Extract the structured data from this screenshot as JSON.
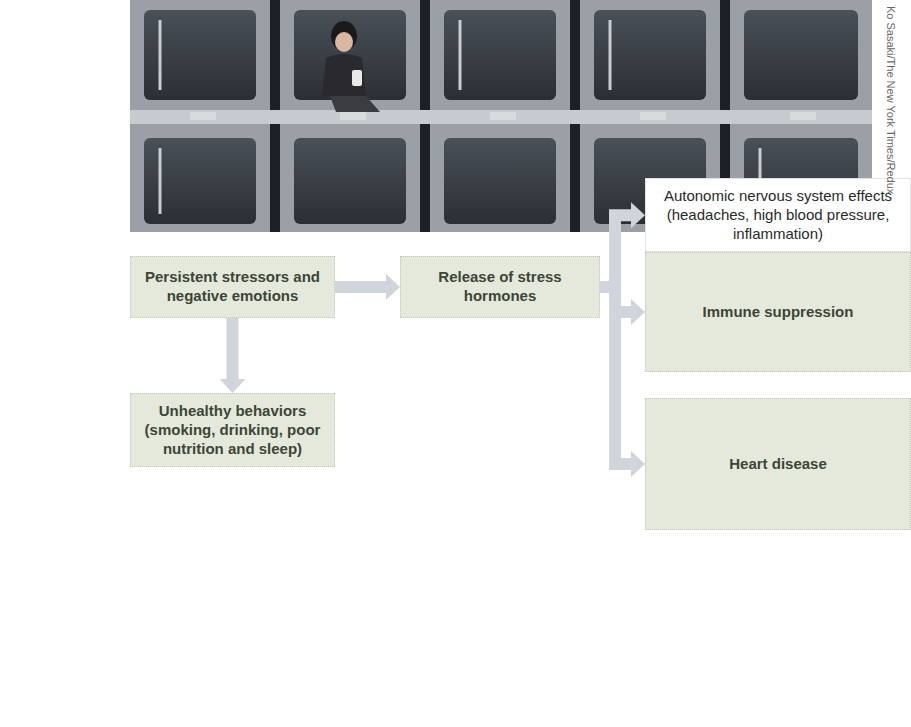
{
  "diagram": {
    "nodes": [
      {
        "text": [
          "Autonomic nervous system effects (headaches, high blood pressure, inflammation)"
        ]
      },
      {
        "text": [
          "Persistent stressors and negative emotions"
        ]
      },
      {
        "text": [
          "Release of stress hormones"
        ]
      },
      {
        "text": [
          "Immune suppression"
        ]
      },
      {
        "text": [
          "Unhealthy behaviors (smoking, drinking, poor nutrition and sleep)"
        ]
      },
      {
        "text": [
          "Heart disease"
        ]
      }
    ],
    "edges": [
      {
        "from": 1,
        "to": 2,
        "arrow": "to"
      },
      {
        "from": 1,
        "to": 4,
        "arrow": "to"
      },
      {
        "from": 2,
        "to": 0,
        "arrow": "to"
      },
      {
        "from": 2,
        "to": 3,
        "arrow": "to"
      },
      {
        "from": 2,
        "to": 5,
        "arrow": "to"
      }
    ],
    "labels": [
      "Ko Sasaki/The New York Times/Redux"
    ]
  }
}
